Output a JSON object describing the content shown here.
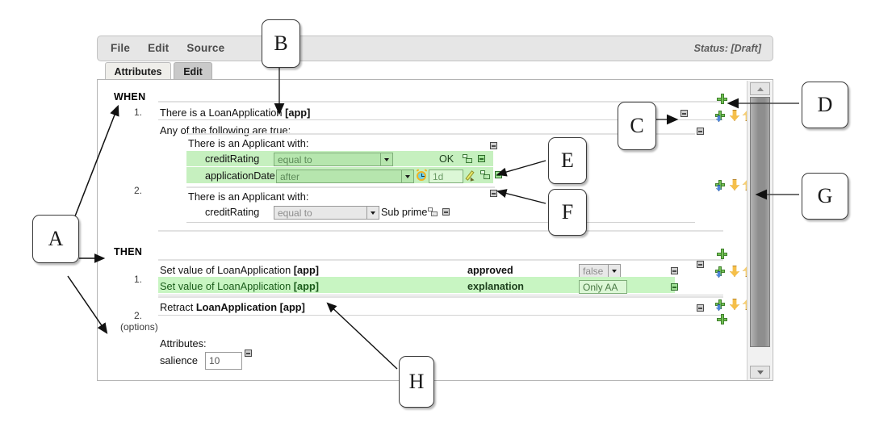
{
  "window": {
    "menu": [
      "File",
      "Edit",
      "Source"
    ],
    "status": "Status: [Draft]",
    "tabs": [
      {
        "label": "Attributes",
        "active": false
      },
      {
        "label": "Edit",
        "active": true
      }
    ]
  },
  "rule": {
    "when_label": "WHEN",
    "then_label": "THEN",
    "options_label": "(options)",
    "when_rows": [
      {
        "num": "1.",
        "text_prefix": "There is a LoanApplication ",
        "text_bold": "[app]"
      },
      {
        "num": "2.",
        "composite_label": "Any of the following are true:"
      }
    ],
    "composite": {
      "patterns": [
        {
          "label": "There is an Applicant with:",
          "constraints": [
            {
              "field": "creditRating",
              "operator": "equal to",
              "value": "OK",
              "has_clock": false,
              "has_pencil": false
            },
            {
              "field": "applicationDate",
              "operator": "after",
              "value": "1d",
              "has_clock": true,
              "has_pencil": true
            }
          ]
        },
        {
          "label": "There is an Applicant with:",
          "constraints": [
            {
              "field": "creditRating",
              "operator": "equal to",
              "value": "Sub prime",
              "has_clock": false,
              "has_pencil": false
            }
          ]
        }
      ]
    },
    "then_rows": [
      {
        "num": "1.",
        "text_prefix": "Set value of LoanApplication ",
        "text_bold": "[app]",
        "field": "approved",
        "value": "false",
        "widget": "select",
        "highlighted": false
      },
      {
        "num": "",
        "text_prefix": "Set value of LoanApplication ",
        "text_bold": "[app]",
        "field": "explanation",
        "value": "Only AA",
        "widget": "textbox",
        "highlighted": true
      },
      {
        "num": "2.",
        "text_prefix": "Retract ",
        "text_bold": "LoanApplication [app]",
        "field": "",
        "value": "",
        "widget": "none",
        "highlighted": false
      }
    ],
    "attributes": {
      "label": "Attributes:",
      "salience_label": "salience",
      "salience_value": "10"
    }
  },
  "callouts": [
    {
      "id": "A",
      "label": "A"
    },
    {
      "id": "B",
      "label": "B"
    },
    {
      "id": "C",
      "label": "C"
    },
    {
      "id": "D",
      "label": "D"
    },
    {
      "id": "E",
      "label": "E"
    },
    {
      "id": "F",
      "label": "F"
    },
    {
      "id": "G",
      "label": "G"
    },
    {
      "id": "H",
      "label": "H"
    }
  ],
  "colors": {
    "highlight_green": "#c6f0bf",
    "menubar_grey": "#e6e6e6",
    "active_tab_grey": "#c9c9c9",
    "plus_green": "#73c354",
    "arrow_orange": "#f5bf4a"
  }
}
